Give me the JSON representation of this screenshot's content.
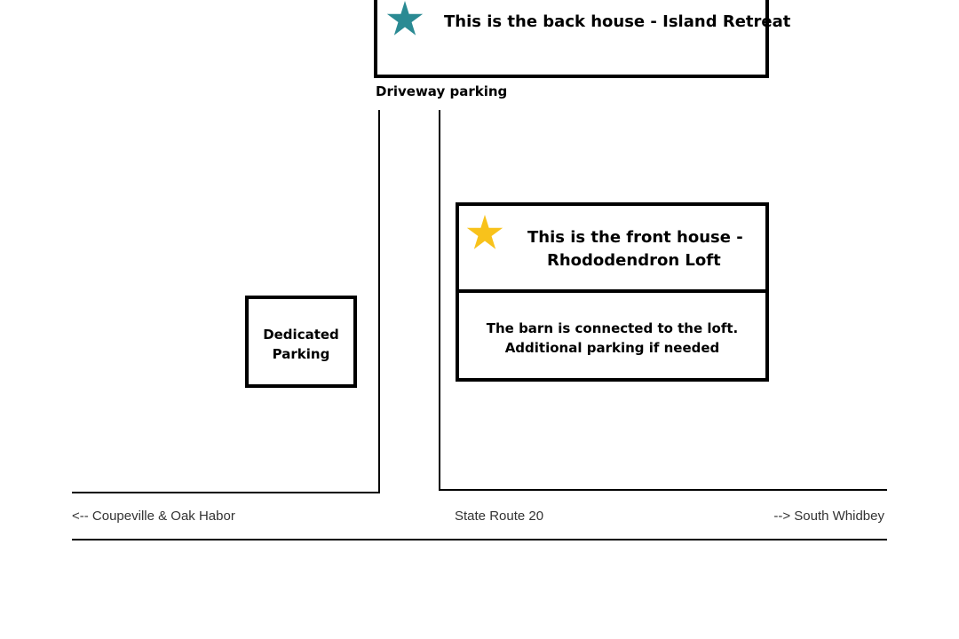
{
  "back_house": {
    "label": "This is the back house - Island Retreat",
    "star_color": "#2a8a93",
    "star_icon": "star-icon"
  },
  "driveway": {
    "label": "Driveway parking"
  },
  "front_house": {
    "line1": "This is the front house -",
    "line2": "Rhododendron Loft",
    "star_color": "#f8c21b",
    "star_icon": "star-icon"
  },
  "barn": {
    "line1": "The barn is connected to the loft.",
    "line2": "Additional parking if needed"
  },
  "dedicated_parking": {
    "line1": "Dedicated",
    "line2": "Parking"
  },
  "road": {
    "left_label": "<--  Coupeville & Oak Habor",
    "center_label": "State Route 20",
    "right_label": "--> South Whidbey"
  }
}
